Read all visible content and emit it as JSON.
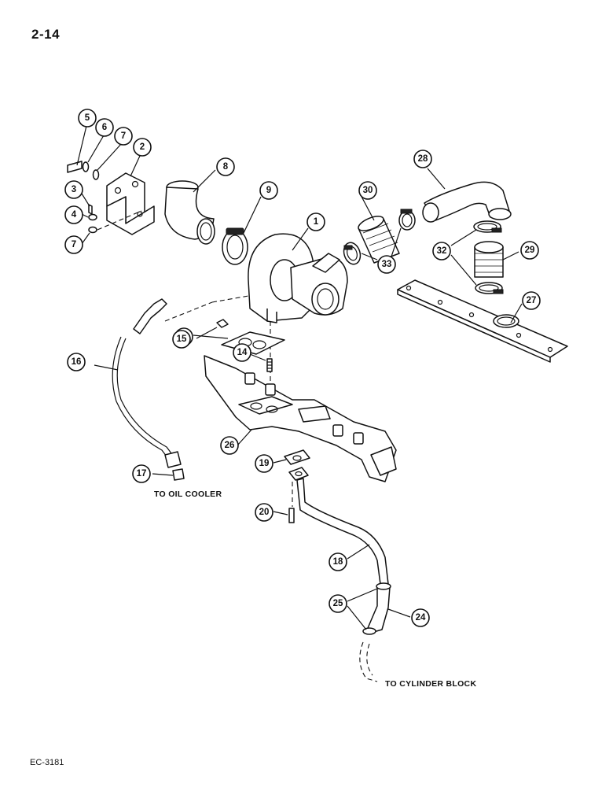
{
  "page": {
    "number": "2-14",
    "figure_code": "EC-3181"
  },
  "notes": {
    "to_oil_cooler": "TO OIL COOLER",
    "to_cylinder_block": "TO CYLINDER BLOCK"
  },
  "callouts": [
    "1",
    "2",
    "3",
    "4",
    "5",
    "6",
    "7",
    "7",
    "8",
    "9",
    "10",
    "14",
    "15",
    "16",
    "17",
    "18",
    "19",
    "20",
    "24",
    "25",
    "26",
    "27",
    "28",
    "29",
    "30",
    "32",
    "33"
  ]
}
